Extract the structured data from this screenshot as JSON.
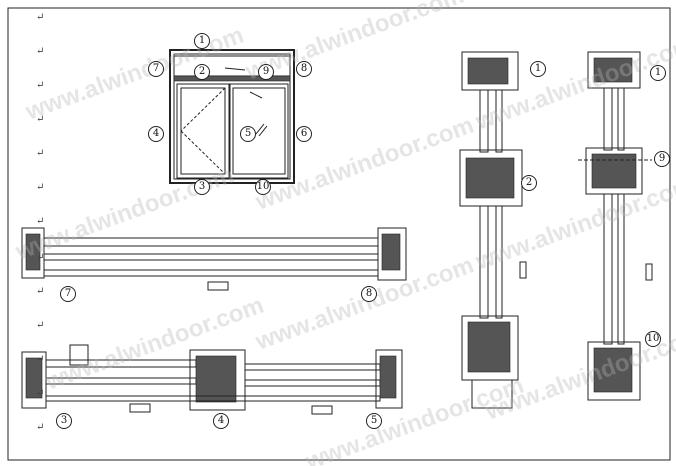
{
  "watermark": "www.alwindoor.com",
  "return_mark": "↵",
  "labels": {
    "l1": "1",
    "l2": "2",
    "l3": "3",
    "l4": "4",
    "l5": "5",
    "l6": "6",
    "l7": "7",
    "l8": "8",
    "l9": "9",
    "l10": "10"
  }
}
